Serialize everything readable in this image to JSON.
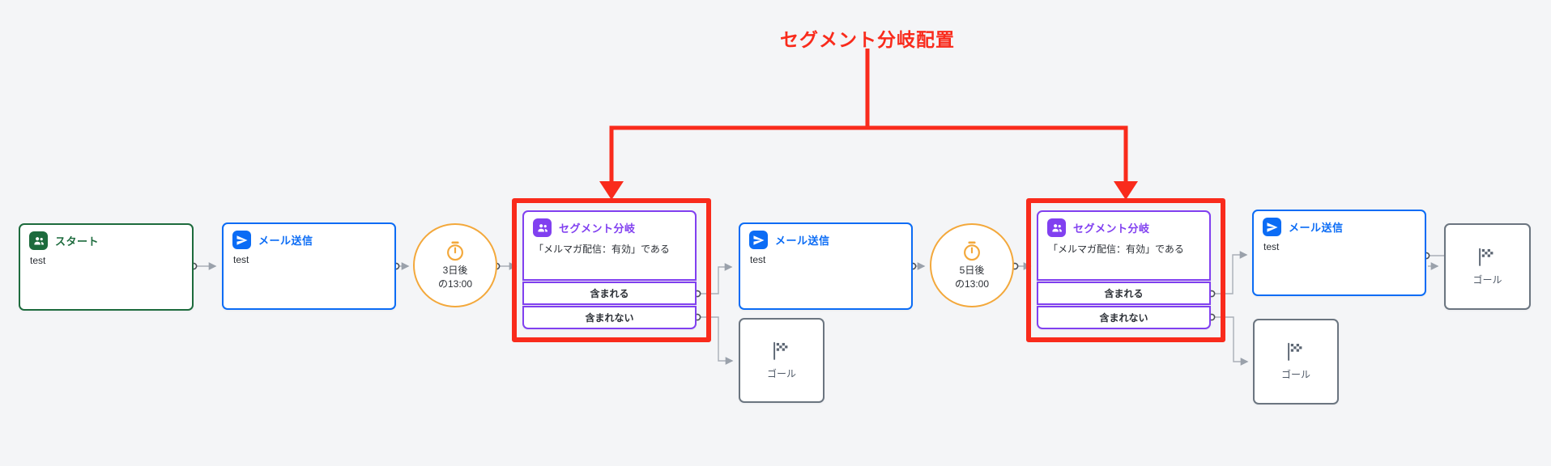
{
  "annotation": {
    "title": "セグメント分岐配置"
  },
  "nodes": {
    "start": {
      "type_label": "スタート",
      "name": "test"
    },
    "mail_1": {
      "type_label": "メール送信",
      "name": "test"
    },
    "wait_1": {
      "line1": "3日後",
      "line2": "の13:00"
    },
    "segment_1": {
      "type_label": "セグメント分岐",
      "condition": "「メルマガ配信：有効」である",
      "branches": [
        "含まれる",
        "含まれない"
      ]
    },
    "mail_2": {
      "type_label": "メール送信",
      "name": "test"
    },
    "goal_1": {
      "label": "ゴール"
    },
    "wait_2": {
      "line1": "5日後",
      "line2": "の13:00"
    },
    "segment_2": {
      "type_label": "セグメント分岐",
      "condition": "「メルマガ配信：有効」である",
      "branches": [
        "含まれる",
        "含まれない"
      ]
    },
    "mail_3": {
      "type_label": "メール送信",
      "name": "test"
    },
    "goal_2": {
      "label": "ゴール"
    },
    "goal_3": {
      "label": "ゴール"
    }
  },
  "colors": {
    "background": "#f4f5f7",
    "start_green": "#1d6b3d",
    "mail_blue": "#0b6cf5",
    "wait_orange": "#f3a83b",
    "segment_purple": "#8140f0",
    "goal_gray": "#6b7580",
    "highlight_red": "#f92b1c",
    "connector_gray": "#a9aeb7"
  }
}
